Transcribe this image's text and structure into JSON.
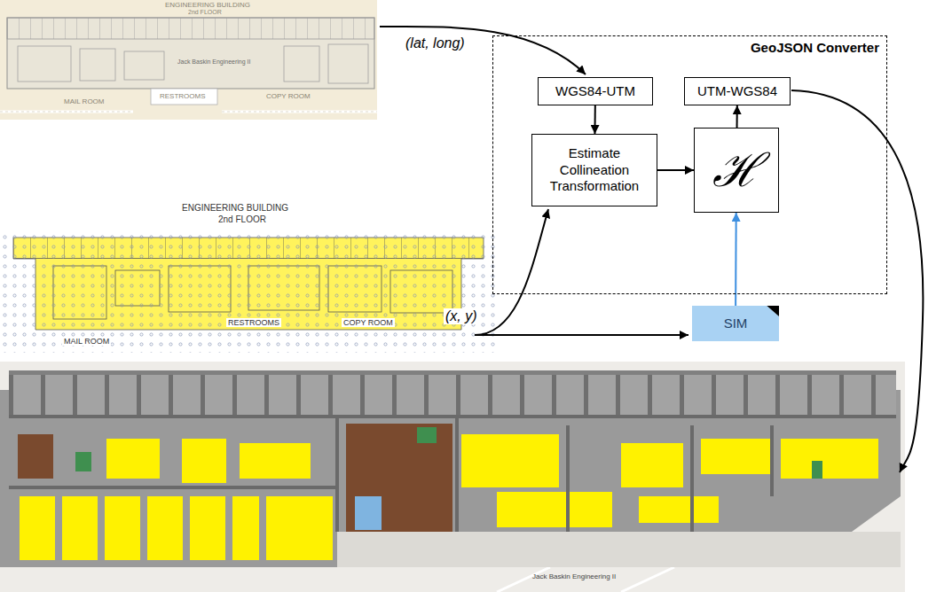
{
  "diagram": {
    "nodes": [
      {
        "text": [
          "GeoJSON Converter"
        ]
      },
      {
        "text": [
          "WGS84-UTM"
        ],
        "in": 0
      },
      {
        "text": [
          "UTM-WGS84"
        ],
        "in": 0
      },
      {
        "text": [
          "Estimate Collineation Transformation"
        ],
        "in": 0
      },
      {
        "text": [
          "ℋ"
        ],
        "in": 0
      },
      {
        "text": [
          "SIM"
        ]
      }
    ],
    "edges": [
      {
        "from": 1,
        "to": 3,
        "arrow": "to"
      },
      {
        "from": 3,
        "to": 4,
        "arrow": "to"
      },
      {
        "from": 4,
        "to": 2,
        "arrow": "to"
      },
      {
        "from": 5,
        "to": 4,
        "arrow": "to"
      }
    ],
    "labels": [
      "(lat, long)",
      "ENGINEERING BUILDING",
      "2nd FLOOR",
      "Jack Baskin Engineering II",
      "MAIL ROOM",
      "RESTROOMS",
      "COPY ROOM",
      "ENGINEERING BUILDING",
      "2nd FLOOR",
      "MAIL ROOM",
      "RESTROOMS",
      "COPY ROOM",
      "(x, y)",
      "Jack Baskin Engineering II"
    ]
  }
}
